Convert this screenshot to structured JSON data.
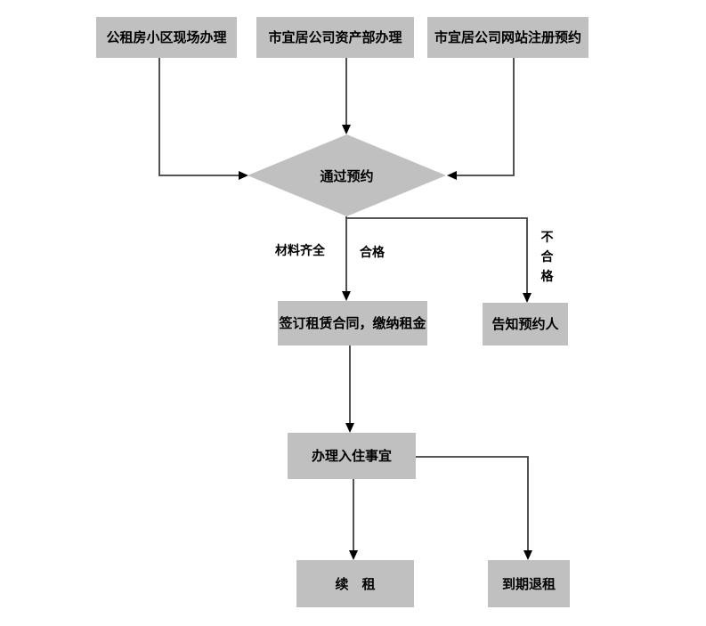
{
  "nodes": {
    "start_onsite": {
      "label": "公租房小区现场办理"
    },
    "start_asset_dept": {
      "label": "市宜居公司资产部办理"
    },
    "start_website": {
      "label": "市宜居公司网站注册预约"
    },
    "decision_reservation": {
      "label": "通过预约"
    },
    "sign_contract": {
      "label": "签订租赁合同，缴纳租金"
    },
    "notify_applicant": {
      "label": "告知预约人"
    },
    "checkin": {
      "label": "办理入住事宜"
    },
    "renew": {
      "label": "续　租"
    },
    "terminate": {
      "label": "到期退租"
    }
  },
  "edge_labels": {
    "materials_complete": "材料齐全",
    "qualified": "合格",
    "not_qualified": "不合格"
  },
  "colors": {
    "node_fill": "#c0c0c0",
    "connector": "#3f3f3f",
    "arrowhead": "#000000",
    "text": "#000000",
    "background": "#ffffff"
  }
}
